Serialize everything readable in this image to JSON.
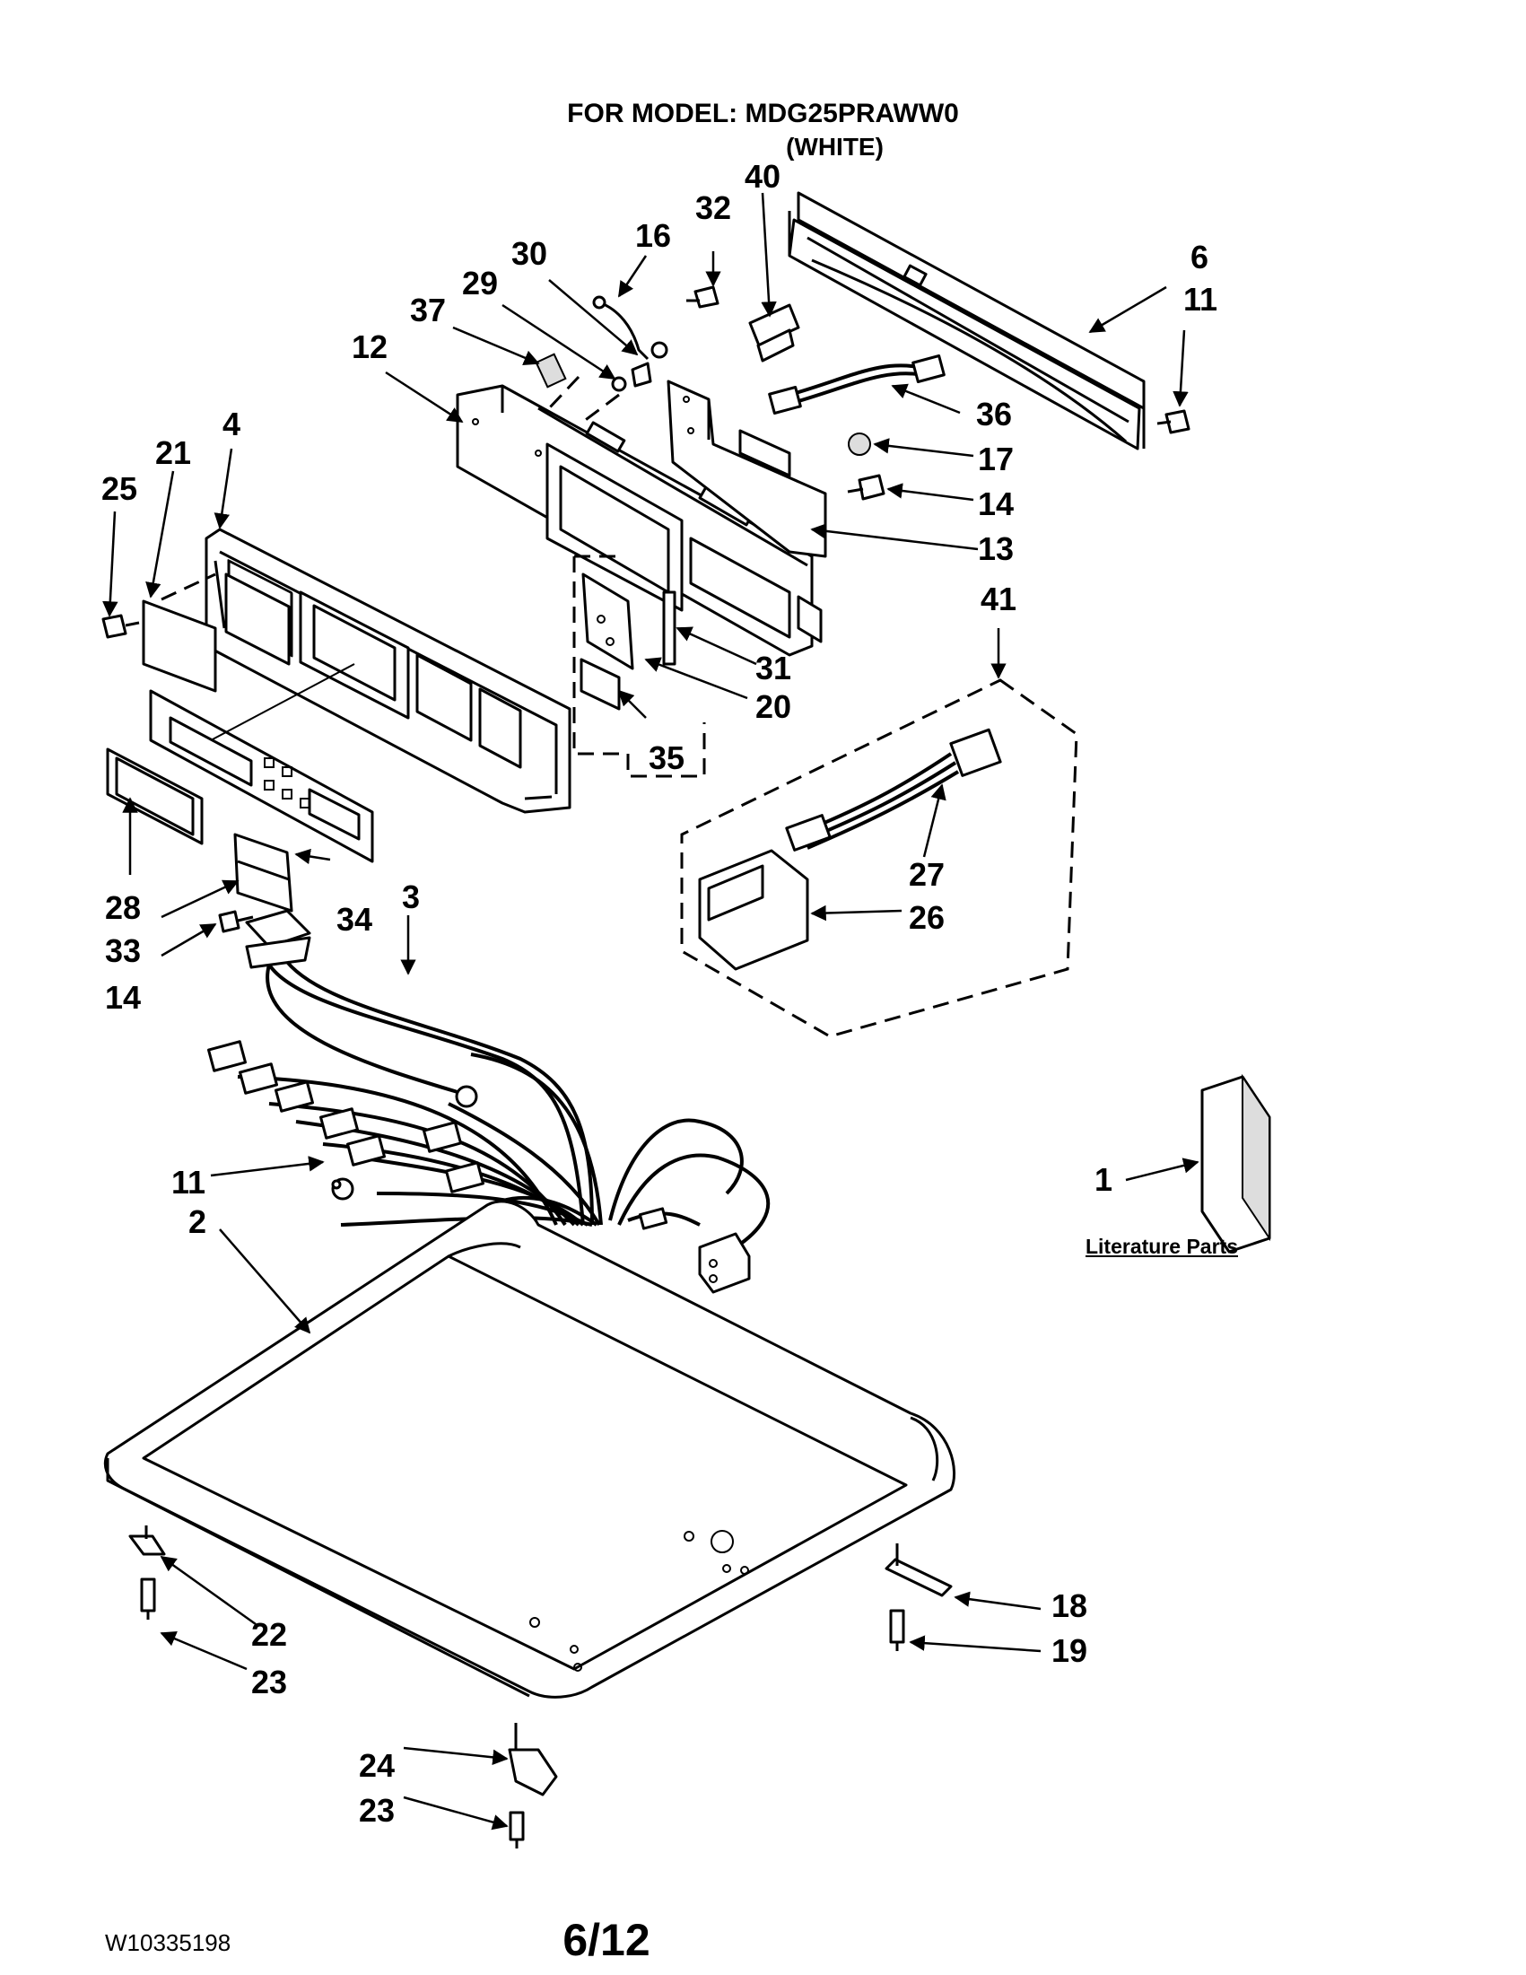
{
  "header": {
    "model_line": "FOR MODEL: MDG25PRAWW0",
    "color_line": "(WHITE)"
  },
  "callouts": [
    "40",
    "32",
    "16",
    "30",
    "29",
    "37",
    "12",
    "6",
    "11",
    "36",
    "17",
    "14",
    "13",
    "41",
    "4",
    "21",
    "25",
    "31",
    "20",
    "35",
    "27",
    "26",
    "28",
    "33",
    "34",
    "3",
    "14",
    "11",
    "2",
    "1",
    "22",
    "23",
    "18",
    "19",
    "24",
    "23"
  ],
  "literature_label": "Literature Parts",
  "footer": {
    "doc_number": "W10335198",
    "page": "6/12"
  }
}
